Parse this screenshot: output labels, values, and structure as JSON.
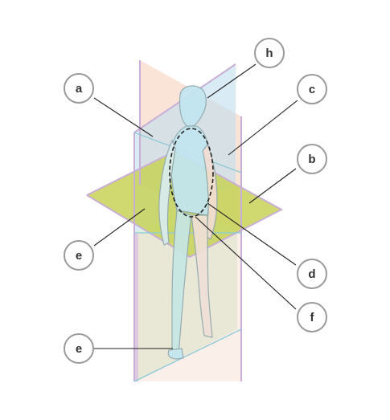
{
  "diagram": {
    "labels": {
      "a": "a",
      "b": "b",
      "c": "c",
      "d": "d",
      "e_upper": "e",
      "e_lower": "e",
      "f": "f",
      "h": "h"
    },
    "colors": {
      "transverse_plane": "#c9d35a",
      "frontal_plane": "#b9dcec",
      "sagittal_plane": "#f8d8c8",
      "lower_green": "#cfe9c9",
      "body_fill": "#bfe6f2",
      "callout_border": "#9a9a9a",
      "plane_edge": "#c9aed6"
    }
  }
}
